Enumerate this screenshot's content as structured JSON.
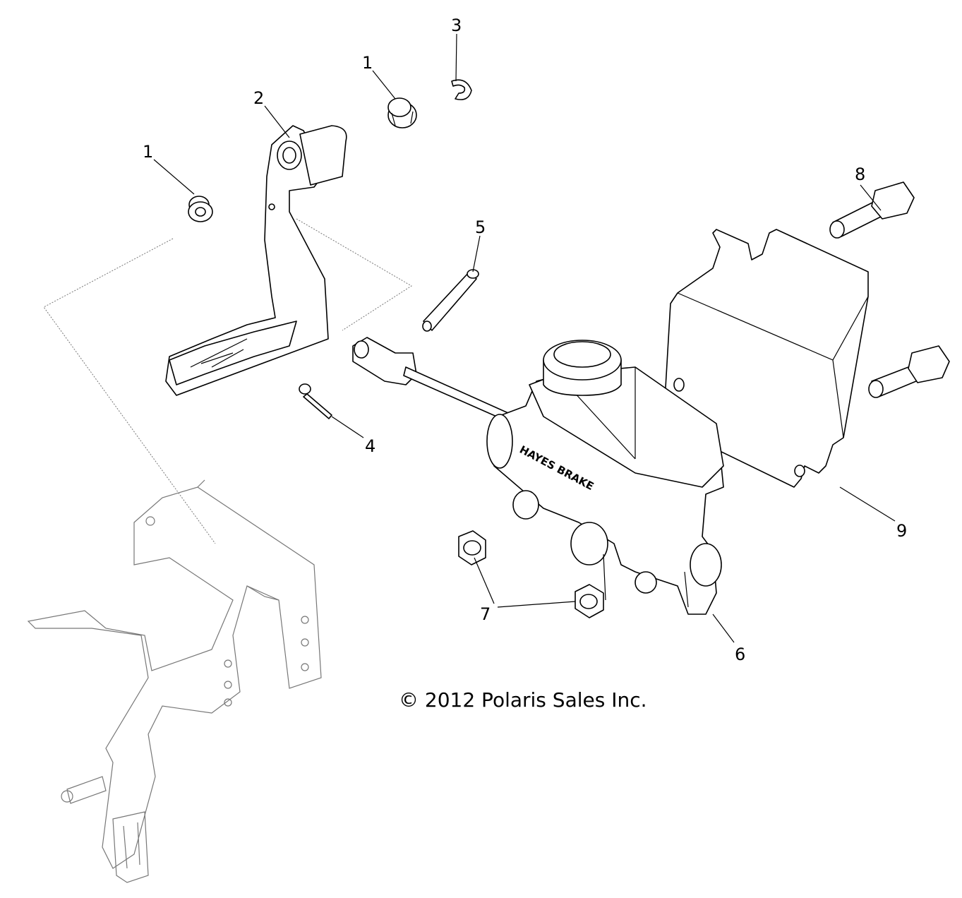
{
  "callouts": [
    {
      "label": "1"
    },
    {
      "label": "2"
    },
    {
      "label": "1"
    },
    {
      "label": "3"
    },
    {
      "label": "5"
    },
    {
      "label": "8"
    },
    {
      "label": "4"
    },
    {
      "label": "9"
    },
    {
      "label": "7"
    },
    {
      "label": "6"
    }
  ],
  "copyright": "© 2012 Polaris Sales Inc.",
  "brand_marking": "HAYES BRAKE"
}
